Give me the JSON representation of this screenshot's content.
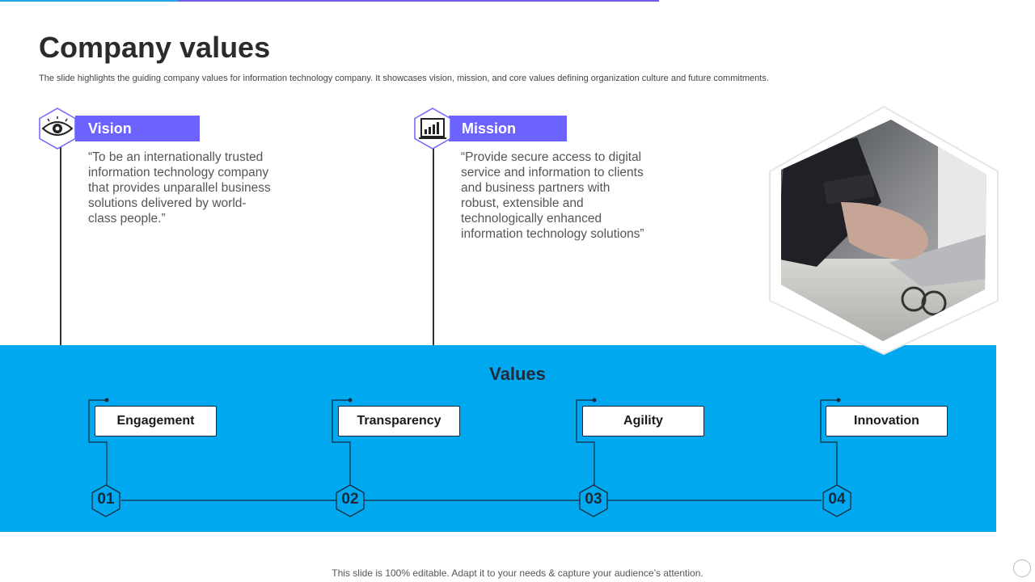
{
  "slide": {
    "title": "Company values",
    "subtitle": "The slide highlights the guiding company values for information technology company. It showcases vision, mission, and core values defining organization culture and future commitments."
  },
  "vision": {
    "label": "Vision",
    "icon": "eye-icon",
    "lines": [
      "“To be an internationally  trusted",
      "information technology  company",
      "that provides unparallel business",
      "solutions delivered by world-",
      "class people.”"
    ]
  },
  "mission": {
    "label": "Mission",
    "icon": "chart-icon",
    "lines": [
      "“Provide secure access to digital",
      "service and information to clients",
      "and business partners with",
      "robust, extensible and",
      "technologically  enhanced",
      "information technology  solutions”"
    ]
  },
  "values": {
    "title": "Values",
    "items": [
      {
        "label": "Engagement",
        "number": "01"
      },
      {
        "label": "Transparency",
        "number": "02"
      },
      {
        "label": "Agility",
        "number": "03"
      },
      {
        "label": "Innovation",
        "number": "04"
      }
    ]
  },
  "footer": "This slide is 100% editable. Adapt it to your needs & capture your audience’s attention.",
  "colors": {
    "accent": "#6c63ff",
    "panel": "#00a8f0",
    "dark": "#1d2b3a"
  }
}
